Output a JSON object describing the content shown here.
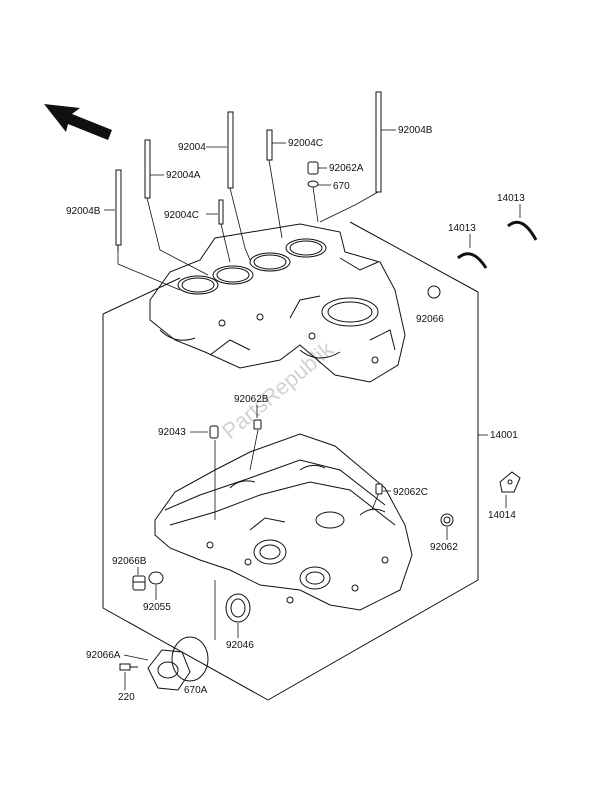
{
  "diagram": {
    "watermark": "PartsRepublik",
    "part_labels": {
      "bolt_92004": "92004",
      "bolt_92004A": "92004A",
      "bolt_92004B_left": "92004B",
      "bolt_92004B_right": "92004B",
      "bolt_92004C_top": "92004C",
      "bolt_92004C_mid": "92004C",
      "dowel_92062A": "92062A",
      "oring_670": "670",
      "bearing_14013_a": "14013",
      "bearing_14013_b": "14013",
      "plug_92066": "92066",
      "crankcase_14001": "14001",
      "bracket_14014": "14014",
      "dowel_92062B": "92062B",
      "pin_92043": "92043",
      "dowel_92062C": "92062C",
      "dowel_92062": "92062",
      "plug_92066B": "92066B",
      "oring_92055": "92055",
      "seal_92046": "92046",
      "plug_92066A": "92066A",
      "bolt_220": "220",
      "oring_670A": "670A"
    },
    "icons": [
      "front-direction-arrow-icon"
    ],
    "colors": {
      "line": "#111111",
      "watermark": "#d2d2d2",
      "background": "#ffffff"
    }
  }
}
